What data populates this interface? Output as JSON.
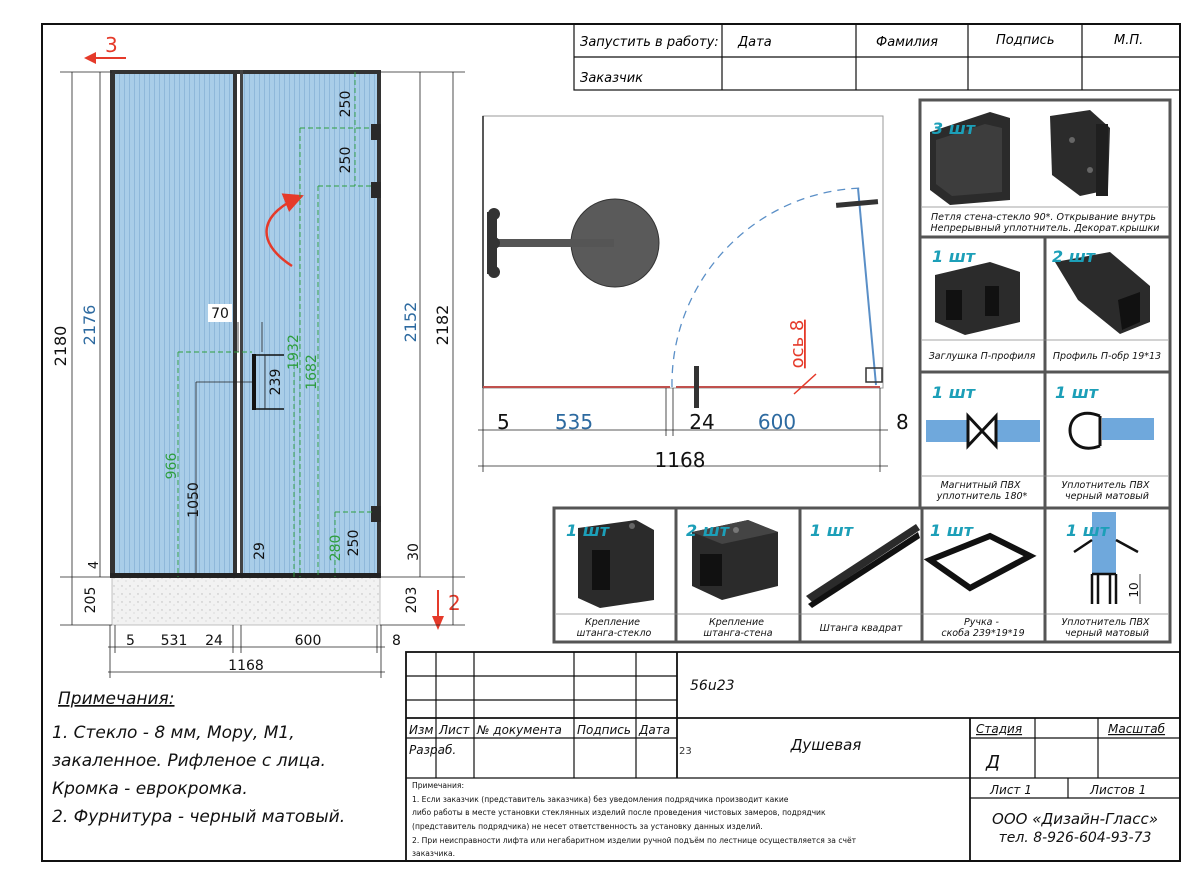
{
  "launch": {
    "label": "Запустить в работу:",
    "date": "Дата",
    "surname": "Фамилия",
    "signature": "Подпись",
    "stamp": "М.П.",
    "customer": "Заказчик"
  },
  "front_view": {
    "marker_left": "3",
    "marker_bottom": "2",
    "dims": {
      "h2180": "2180",
      "h2176": "2176",
      "h2152": "2152",
      "h2182": "2182",
      "h205": "205",
      "h4": "4",
      "h203": "203",
      "h30": "30",
      "h250a": "250",
      "h250b": "250",
      "h250c": "250",
      "h280": "280",
      "h70": "70",
      "h239": "239",
      "h1932": "1932",
      "h1682": "1682",
      "h966": "966",
      "h1050": "1050",
      "h29": "29",
      "w5": "5",
      "w531": "531",
      "w24": "24",
      "w600": "600",
      "w8": "8",
      "w1168": "1168"
    }
  },
  "plan_view": {
    "axis": "ось 8",
    "d5": "5",
    "d535": "535",
    "d24": "24",
    "d600": "600",
    "d8": "8",
    "d1168": "1168"
  },
  "parts": [
    {
      "qty": "3 шт",
      "caption": "Петля стена-стекло 90*. Открывание внутрь Непрерывный уплотнитель. Декорат.крышки"
    },
    {
      "qty": "1 шт",
      "caption": "Заглушка П-профиля"
    },
    {
      "qty": "2 шт",
      "caption": "Профиль П-обр 19*13"
    },
    {
      "qty": "1 шт",
      "caption": "Магнитный ПВХ уплотнитель 180*"
    },
    {
      "qty": "1 шт",
      "caption": "Уплотнитель ПВХ черный матовый"
    },
    {
      "qty": "1 шт",
      "caption": "Крепление штанга-стекло"
    },
    {
      "qty": "2 шт",
      "caption": "Крепление штанга-стена"
    },
    {
      "qty": "1 шт",
      "caption": "Штанга квадрат"
    },
    {
      "qty": "1 шт",
      "caption": "Ручка - скоба 239*19*19"
    },
    {
      "qty": "1 шт",
      "caption": "Уплотнитель ПВХ черный матовый",
      "dim": "10"
    }
  ],
  "notes": {
    "title": "Примечания:",
    "lines": [
      "1. Стекло - 8 мм, Мору, М1,",
      "закаленное. Рифленое с лица.",
      "Кромка - еврокромка.",
      "2. Фурнитура - черный матовый."
    ]
  },
  "title_block": {
    "doc_code": "56u23",
    "izm": "Изм",
    "list": "Лист",
    "doc_no": "№ документа",
    "sign": "Подпись",
    "date": "Дата",
    "razrab": "Разраб.",
    "date_value": "23",
    "name": "Душевая",
    "stage_label": "Стадия",
    "stage_value": "Д",
    "scale_label": "Масштаб",
    "sheet": "Лист 1",
    "sheets": "Листов 1",
    "company": "ООО «Дизайн-Гласс»",
    "phone": "тел. 8-926-604-93-73",
    "small_notes": [
      "Примечания:",
      "1. Если заказчик (представитель заказчика) без уведомления подрядчика производит какие",
      "либо работы в месте установки стеклянных изделий после проведения чистовых замеров, подрядчик",
      "(представитель подрядчика) не несет ответственность за установку данных изделий.",
      "2. При неисправности лифта или негабаритном изделии ручной подъём по лестнице осуществляется за счёт",
      "заказчика."
    ]
  },
  "colors": {
    "glass": "#a9cde8",
    "red": "#e53a2a",
    "blue": "#2d6aa0",
    "green": "#2e9e3e"
  }
}
